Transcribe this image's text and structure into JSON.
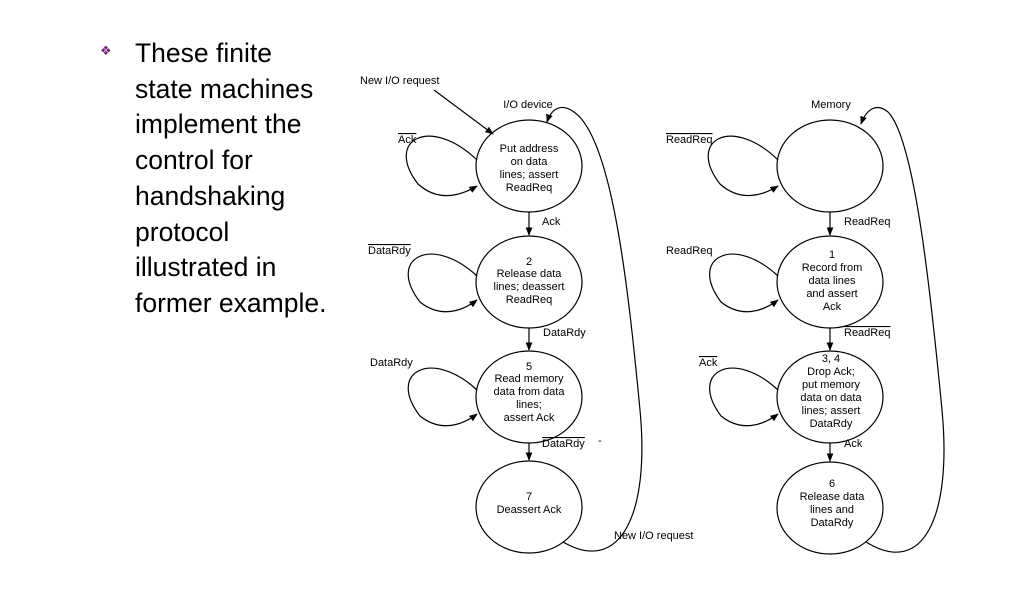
{
  "bullet": {
    "icon": "diamond-bullet-icon",
    "lines": [
      "These finite",
      "state machines",
      "implement the",
      "control  for",
      "handshaking",
      "protocol",
      "illustrated in",
      "former example."
    ]
  },
  "io": {
    "header": "I/O device",
    "start_label": "New I/O request",
    "return_label": "New I/O request",
    "states": [
      {
        "lines": [
          "Put address",
          "on data",
          "lines; assert",
          "ReadReq"
        ]
      },
      {
        "lines": [
          "2",
          "Release data",
          "lines; deassert",
          "ReadReq"
        ]
      },
      {
        "lines": [
          "5",
          "Read memory",
          "data from data",
          "lines;",
          "assert Ack"
        ]
      },
      {
        "lines": [
          "7",
          "Deassert Ack"
        ]
      }
    ],
    "loops": [
      "Ack",
      "DataRdy",
      "DataRdy"
    ],
    "transitions": [
      "Ack",
      "DataRdy",
      "DataRdy"
    ],
    "tick_mark": "-"
  },
  "mem": {
    "header": "Memory",
    "left_label": "ReadReq",
    "states": [
      {
        "lines": []
      },
      {
        "lines": [
          "1",
          "Record from",
          "data lines",
          "and assert",
          "Ack"
        ]
      },
      {
        "lines": [
          "3, 4",
          "Drop Ack;",
          "put memory",
          "data on data",
          "lines; assert",
          "DataRdy"
        ]
      },
      {
        "lines": [
          "6",
          "Release data",
          "lines and",
          "DataRdy"
        ]
      }
    ],
    "loops": [
      "ReadReq",
      "Ack"
    ],
    "transitions": [
      "ReadReq",
      "ReadReq",
      "Ack"
    ]
  }
}
